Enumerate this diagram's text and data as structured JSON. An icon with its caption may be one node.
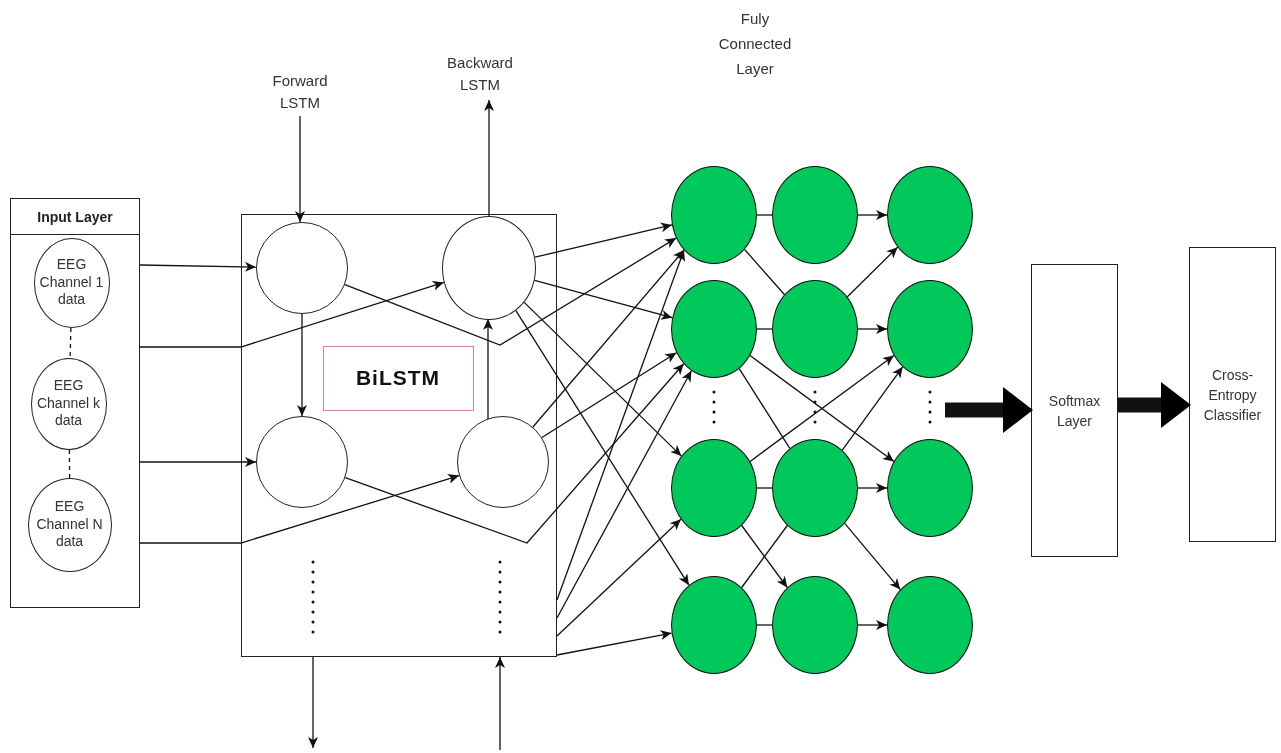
{
  "diagram": {
    "nodes": [
      {
        "text": [
          "Input Layer"
        ]
      },
      {
        "text": [
          "EEG Channel 1 data"
        ],
        "in": 0
      },
      {
        "text": [
          "EEG Channel k data"
        ],
        "in": 0
      },
      {
        "text": [
          "EEG Channel N data"
        ],
        "in": 0
      },
      {
        "text": [],
        "shape": "box"
      },
      {
        "text": [
          "BiLSTM"
        ],
        "in": 4
      },
      {
        "text": [],
        "shape": "circle",
        "in": 4
      },
      {
        "text": [],
        "shape": "circle",
        "in": 4
      },
      {
        "text": [],
        "shape": "circle",
        "in": 4
      },
      {
        "text": [],
        "shape": "circle",
        "in": 4
      },
      {
        "text": [
          "Forward LSTM"
        ]
      },
      {
        "text": [
          "Backward LSTM"
        ]
      },
      {
        "text": [],
        "shape": "circle"
      },
      {
        "text": [],
        "shape": "circle"
      },
      {
        "text": [],
        "shape": "circle"
      },
      {
        "text": [],
        "shape": "circle"
      },
      {
        "text": [],
        "shape": "circle"
      },
      {
        "text": [],
        "shape": "circle"
      },
      {
        "text": [],
        "shape": "circle"
      },
      {
        "text": [],
        "shape": "circle"
      },
      {
        "text": [],
        "shape": "circle"
      },
      {
        "text": [],
        "shape": "circle"
      },
      {
        "text": [],
        "shape": "circle"
      },
      {
        "text": [],
        "shape": "circle"
      },
      {
        "text": [
          "Softmax Layer"
        ]
      },
      {
        "text": [
          "Cross-Entropy Classifier"
        ]
      }
    ],
    "edges": [
      {
        "from": 1,
        "to": 2,
        "arrow": "none",
        "style": "dashed"
      },
      {
        "from": 2,
        "to": 3,
        "arrow": "none",
        "style": "dashed"
      },
      {
        "from": 0,
        "to": 6,
        "arrow": "to"
      },
      {
        "from": 0,
        "to": 7,
        "arrow": "to"
      },
      {
        "from": 0,
        "to": 8,
        "arrow": "to"
      },
      {
        "from": 0,
        "to": 9,
        "arrow": "to"
      },
      {
        "from": 10,
        "to": 6,
        "arrow": "to"
      },
      {
        "from": 7,
        "to": 11,
        "arrow": "to"
      },
      {
        "from": 6,
        "to": 8,
        "arrow": "to"
      },
      {
        "from": 9,
        "to": 7,
        "arrow": "to"
      },
      {
        "from": 6,
        "to": 12,
        "arrow": "to"
      },
      {
        "from": 8,
        "to": 15,
        "arrow": "to"
      },
      {
        "from": 7,
        "to": 12,
        "arrow": "to"
      },
      {
        "from": 7,
        "to": 15,
        "arrow": "to"
      },
      {
        "from": 7,
        "to": 18,
        "arrow": "to"
      },
      {
        "from": 7,
        "to": 21,
        "arrow": "to"
      },
      {
        "from": 9,
        "to": 12,
        "arrow": "to"
      },
      {
        "from": 9,
        "to": 15,
        "arrow": "to"
      },
      {
        "from": 4,
        "to": 12,
        "arrow": "to"
      },
      {
        "from": 4,
        "to": 15,
        "arrow": "to"
      },
      {
        "from": 4,
        "to": 18,
        "arrow": "to"
      },
      {
        "from": 4,
        "to": 21,
        "arrow": "to"
      },
      {
        "from": 12,
        "to": 13,
        "arrow": "none"
      },
      {
        "from": 13,
        "to": 14,
        "arrow": "to"
      },
      {
        "from": 12,
        "to": 16,
        "arrow": "none"
      },
      {
        "from": 16,
        "to": 14,
        "arrow": "to"
      },
      {
        "from": 15,
        "to": 16,
        "arrow": "none"
      },
      {
        "from": 16,
        "to": 17,
        "arrow": "to"
      },
      {
        "from": 15,
        "to": 20,
        "arrow": "to"
      },
      {
        "from": 15,
        "to": 19,
        "arrow": "none"
      },
      {
        "from": 18,
        "to": 17,
        "arrow": "to"
      },
      {
        "from": 18,
        "to": 19,
        "arrow": "none"
      },
      {
        "from": 19,
        "to": 20,
        "arrow": "to"
      },
      {
        "from": 18,
        "to": 22,
        "arrow": "to"
      },
      {
        "from": 19,
        "to": 17,
        "arrow": "to"
      },
      {
        "from": 19,
        "to": 23,
        "arrow": "to"
      },
      {
        "from": 21,
        "to": 19,
        "arrow": "none"
      },
      {
        "from": 21,
        "to": 22,
        "arrow": "none"
      },
      {
        "from": 22,
        "to": 23,
        "arrow": "to"
      },
      {
        "from": null,
        "to": 24,
        "arrow": "to",
        "style": "thick"
      },
      {
        "from": 24,
        "to": 25,
        "arrow": "to",
        "style": "thick"
      },
      {
        "from": 4,
        "to": null,
        "arrow": "to"
      },
      {
        "from": null,
        "to": 4,
        "arrow": "to"
      }
    ],
    "labels": [
      "Fuly Connected Layer"
    ]
  }
}
